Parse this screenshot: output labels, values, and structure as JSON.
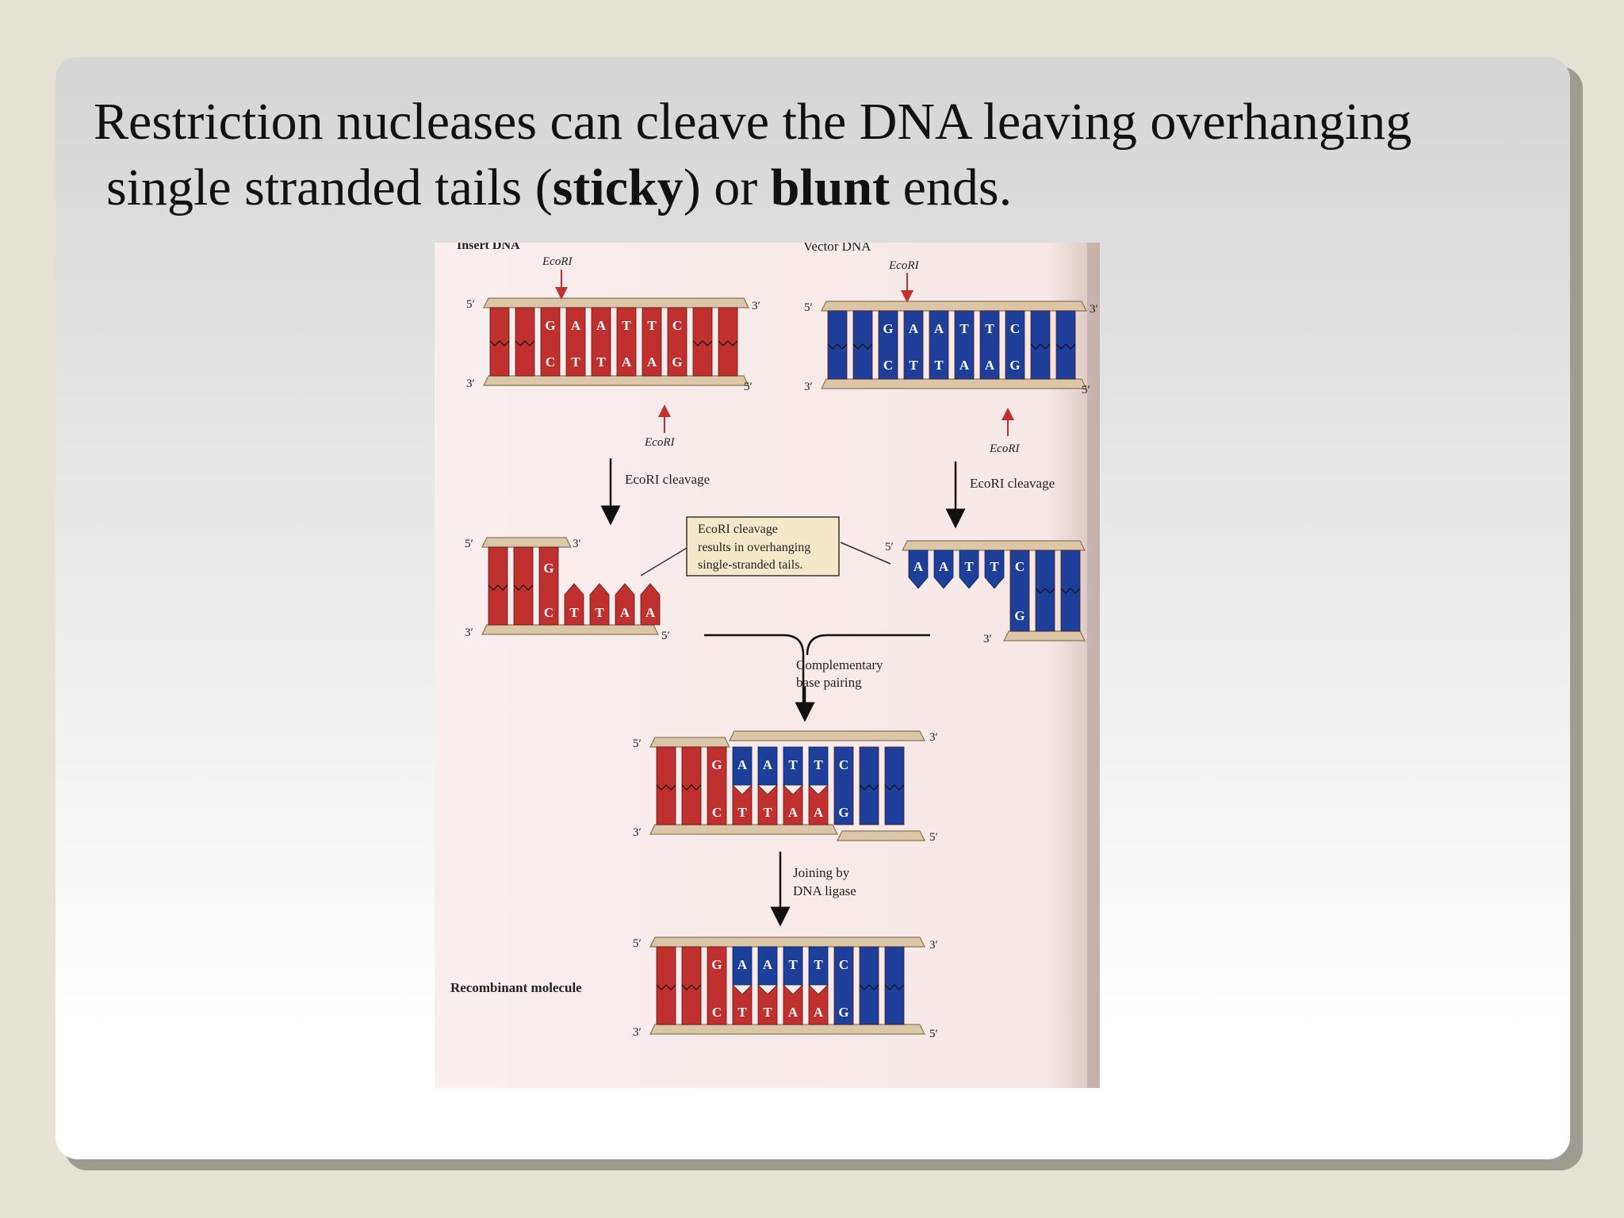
{
  "title": {
    "line1": "Restriction nucleases can cleave the DNA leaving overhanging",
    "line2_pre": "single stranded tails (",
    "line2_bold1": "sticky",
    "line2_mid": ") or ",
    "line2_bold2": "blunt",
    "line2_post": " ends."
  },
  "figure": {
    "insert_label": "Insert DNA",
    "vector_label": "Vector DNA",
    "enzyme": "EcoRI",
    "cleavage_label": "EcoRI cleavage",
    "callout_line1": "EcoRI cleavage",
    "callout_line2": "results in overhanging",
    "callout_line3": "single-stranded tails.",
    "pairing_line1": "Complementary",
    "pairing_line2": "base pairing",
    "ligase_line1": "Joining by",
    "ligase_line2": "DNA ligase",
    "recombinant_label": "Recombinant molecule",
    "five_prime": "5′",
    "three_prime": "3′",
    "top_bases": [
      "G",
      "A",
      "A",
      "T",
      "T",
      "C"
    ],
    "bottom_bases": [
      "C",
      "T",
      "T",
      "A",
      "A",
      "G"
    ],
    "colors": {
      "insert": "#c0302e",
      "vector": "#1d3f9a",
      "backbone": "#dcc6a8"
    }
  }
}
